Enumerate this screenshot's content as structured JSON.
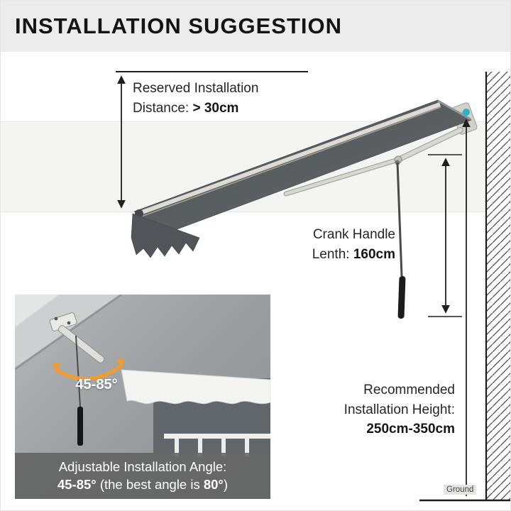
{
  "header": {
    "title": "INSTALLATION SUGGESTION"
  },
  "diagram": {
    "reserved": {
      "line1": "Reserved Installation",
      "label": "Distance: ",
      "value": "> 30cm"
    },
    "crank": {
      "line1": "Crank Handle",
      "label": "Lenth: ",
      "value": "160cm"
    },
    "height": {
      "line1": "Recommended",
      "line2": "Installation Height:",
      "value": "250cm-350cm"
    },
    "ground": {
      "label": "Ground"
    }
  },
  "inset": {
    "angle_badge": "45-85°",
    "caption": {
      "line1": "Adjustable Installation Angle:",
      "range": "45-85°",
      "middle": " (the best angle is ",
      "best": "80°",
      "end": ")"
    }
  },
  "colors": {
    "header_bg": "#ECECEC",
    "accent_orange": "#F59B2D",
    "mount_marker_teal": "#2CB3C4",
    "awning_fabric": "#54585B",
    "dimension_line": "#1F1F1F",
    "caption_bg": "rgba(96,96,96,0.86)"
  }
}
